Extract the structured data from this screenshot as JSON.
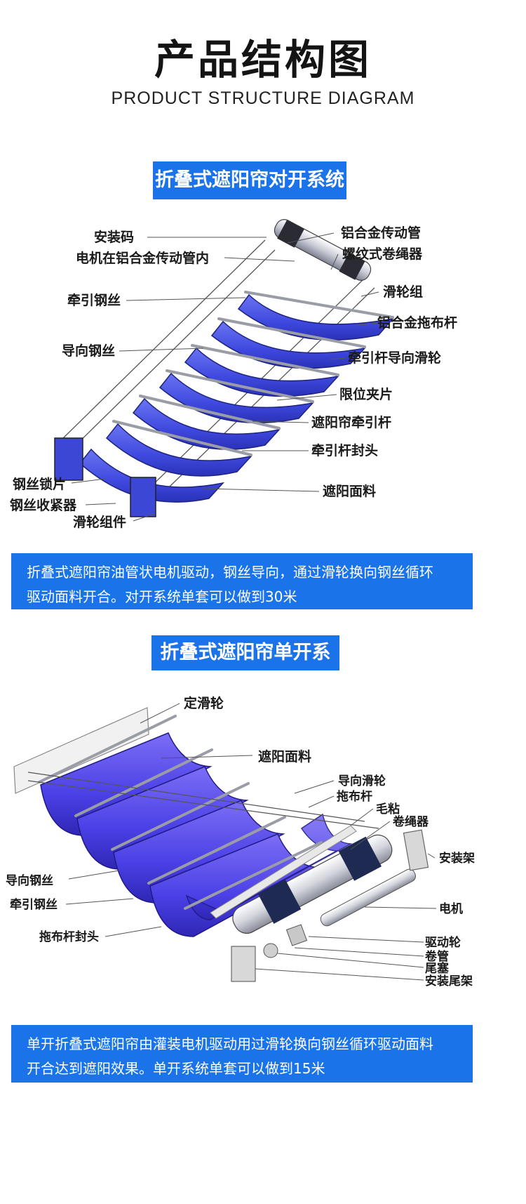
{
  "header": {
    "title": "产品结构图",
    "subtitle": "PRODUCT STRUCTURE DIAGRAM"
  },
  "section1": {
    "heading": "折叠式遮阳帘对开系统",
    "labels_left": [
      "安装码",
      "电机在铝合金传动管内",
      "牵引钢丝",
      "导向钢丝",
      "钢丝锁片",
      "钢丝收紧器",
      "滑轮组件"
    ],
    "labels_right": [
      "铝合金传动管",
      "螺纹式卷绳器",
      "滑轮组",
      "铝合金拖布杆",
      "牵引杆导向滑轮",
      "限位夹片",
      "遮阳帘牵引杆",
      "牵引杆封头",
      "遮阳面料"
    ],
    "description": [
      "折叠式遮阳帘油管状电机驱动，钢丝导向，通过滑轮换向钢丝循环",
      "驱动面料开合。对开系统单套可以做到30米"
    ]
  },
  "section2": {
    "heading": "折叠式遮阳帘单开系统",
    "labels_top": [
      "定滑轮",
      "遮阳面料"
    ],
    "labels_left": [
      "导向钢丝",
      "牵引钢丝",
      "拖布杆封头"
    ],
    "labels_right": [
      "导向滑轮",
      "拖布杆",
      "毛粘",
      "卷绳器",
      "安装架",
      "电机",
      "驱动轮",
      "卷管",
      "尾塞",
      "安装尾架"
    ],
    "description": [
      "单开折叠式遮阳帘由灌装电机驱动用过滑轮换向钢丝循环驱动面料",
      "开合达到遮阳效果。单开系统单套可以做到15米"
    ]
  },
  "colors": {
    "banner": "#1a73e8",
    "fabric": "#4b55e6",
    "text": "#1a1a1a"
  }
}
